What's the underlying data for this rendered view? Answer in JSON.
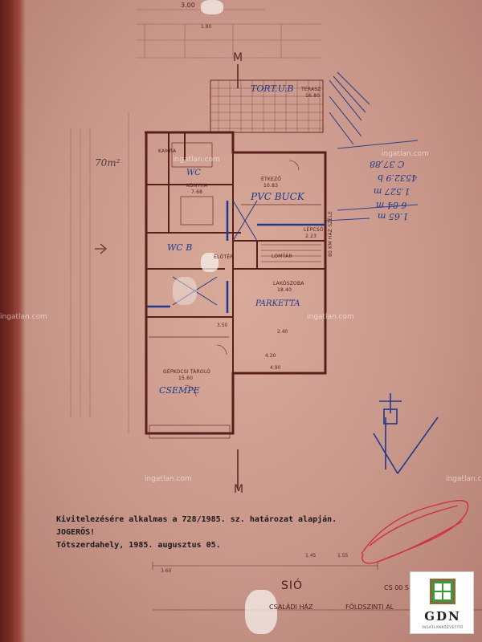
{
  "colors": {
    "paper": "#c9978a",
    "ink_red": "#7a2a24",
    "ink_blue": "#1f3a8a",
    "pencil": "#4a3a3a",
    "stamp_red": "#d03040"
  },
  "top_dimension": "3.00",
  "marker_m": "M",
  "rooms": {
    "terrace_label": "TERASZ",
    "terrace_area": "16.80",
    "kamra": "KAMRA",
    "konyha": "KONYHA",
    "konyha_area": "7.68",
    "etkezo": "ÉTKEZŐ",
    "etkezo_area": "10.83",
    "eloter": "ELŐTÉR",
    "lomtar": "LOMTÁR",
    "lepcso": "LÉPCSŐ",
    "lepcso_area": "2.23",
    "lakoszoba": "LAKÓSZOBA",
    "lakoszoba_area": "18.40",
    "garage": "GÉPKOCSI TÁROLÓ",
    "garage_area": "15.60",
    "side_note": "80 KM HÁZ SZÉLE"
  },
  "handwriting": {
    "terrace_note": "TORT.U.B",
    "wc_note": "WC",
    "pvc_note": "PVC BUCK",
    "wc2_note": "WC B",
    "parketta": "PARKETTA",
    "csempe": "CSEMPE",
    "area_note": "70m²",
    "right_numbers": [
      "C 37,88",
      "4532.9 b",
      "1.527 m",
      "6 84 m",
      "1.65 m"
    ]
  },
  "stamp": {
    "line1": "Kivitelezésére alkalmas a 728/1985. sz. határozat alapján.",
    "line2": "JOGERŐS!",
    "line3": "Tótszerdahely, 1985. augusztus 05."
  },
  "title_block": {
    "project": "SIÓ",
    "house": "CSALÁDI HÁZ",
    "sheet": "FÖLDSZINTI AL",
    "code": "CS 00 S"
  },
  "dimensions": [
    "2.40",
    "4.20",
    "3.50",
    "4.90",
    "1.55",
    "1.45",
    "3.60",
    "1.80"
  ],
  "watermarks": [
    "ingatlan.com",
    "ingatlan.com",
    "ingatlan.com",
    "ingatlan.com",
    "ingatlan.com",
    "ingatlan.com"
  ],
  "logo": {
    "name": "GDN",
    "tagline": "INGATLANKÖZVETÍTŐ"
  }
}
